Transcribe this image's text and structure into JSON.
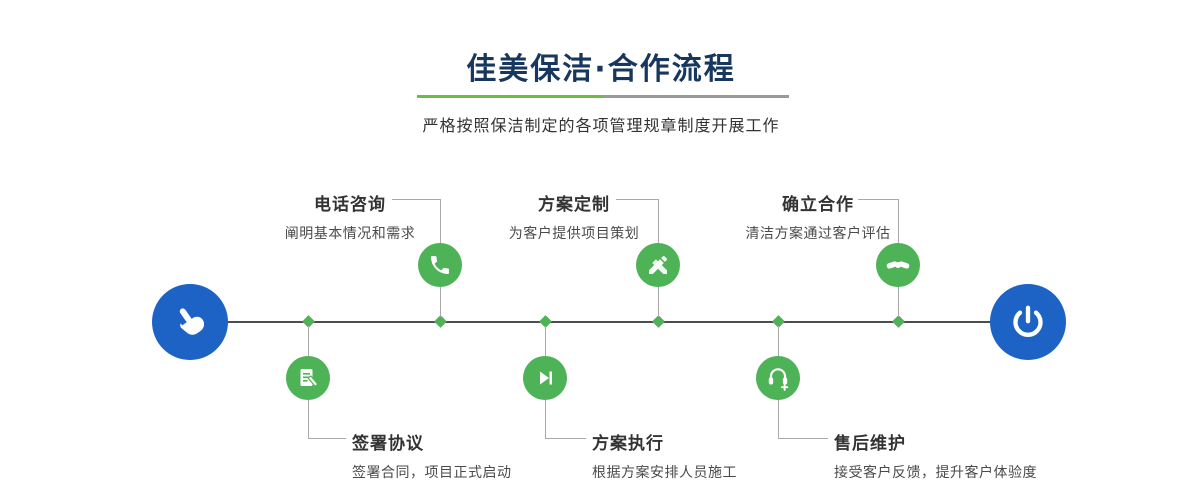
{
  "page": {
    "title": "佳美保洁·合作流程",
    "subtitle": "严格按照保洁制定的各项管理规章制度开展工作"
  },
  "colors": {
    "title_navy": "#17375e",
    "accent_green": "#4eb257",
    "accent_blue": "#1c63c5",
    "divider_green": "#6cbd45",
    "divider_gray": "#9a9a9a",
    "timeline": "#4d4d4d"
  },
  "timeline": {
    "start_icon": "pointer-hand-icon",
    "end_icon": "power-icon"
  },
  "steps": [
    {
      "position": "top",
      "icon": "phone-icon",
      "title": "电话咨询",
      "desc": "阐明基本情况和需求"
    },
    {
      "position": "top",
      "icon": "design-icon",
      "title": "方案定制",
      "desc": "为客户提供项目策划"
    },
    {
      "position": "top",
      "icon": "handshake-icon",
      "title": "确立合作",
      "desc": "清洁方案通过客户评估"
    },
    {
      "position": "bottom",
      "icon": "sign-icon",
      "title": "签署协议",
      "desc": "签署合同，项目正式启动"
    },
    {
      "position": "bottom",
      "icon": "execute-icon",
      "title": "方案执行",
      "desc": "根据方案安排人员施工"
    },
    {
      "position": "bottom",
      "icon": "aftersales-icon",
      "title": "售后维护",
      "desc": "接受客户反馈，提升客户体验度"
    }
  ]
}
